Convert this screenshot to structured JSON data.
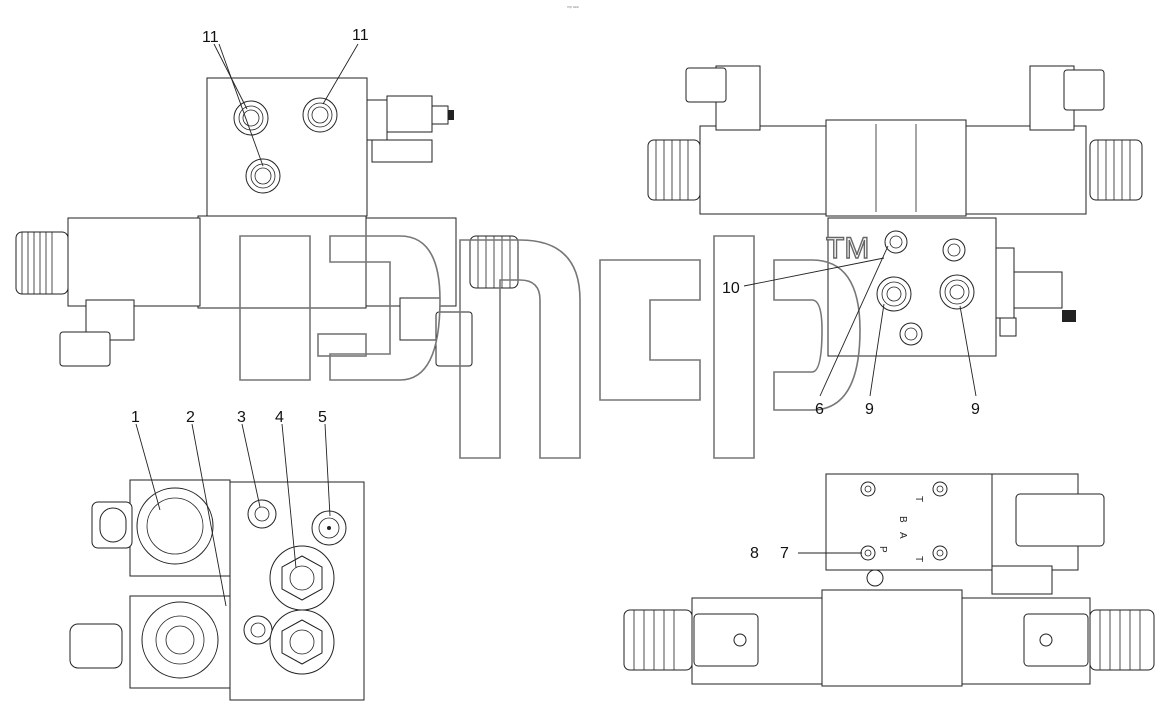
{
  "header_text": "ᵐᵖ ᵉᵉᵉ",
  "watermark": {
    "trademark": "TM",
    "color": "#777777"
  },
  "callouts_top_left": [
    {
      "text": "11"
    },
    {
      "text": "11"
    }
  ],
  "callouts_top_right": [
    {
      "text": "10"
    },
    {
      "text": "6"
    },
    {
      "text": "9"
    },
    {
      "text": "9"
    }
  ],
  "callouts_bottom_left": [
    {
      "text": "1"
    },
    {
      "text": "2"
    },
    {
      "text": "3"
    },
    {
      "text": "4"
    },
    {
      "text": "5"
    }
  ],
  "callouts_bottom_right": [
    {
      "text": "8"
    },
    {
      "text": "7"
    }
  ],
  "port_letters": [
    {
      "text": "T"
    },
    {
      "text": "T"
    },
    {
      "text": "A"
    },
    {
      "text": "B"
    },
    {
      "text": "P"
    }
  ],
  "line_color": "#222222"
}
